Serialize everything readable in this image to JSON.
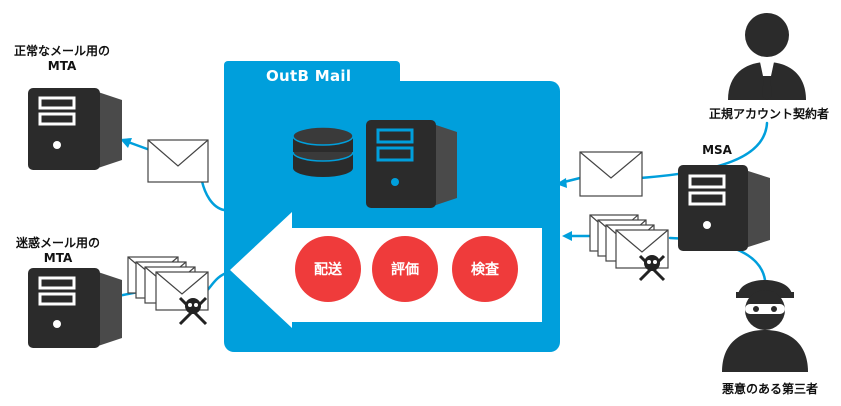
{
  "labels": {
    "normal_mta": [
      "正常なメール用の",
      "MTA"
    ],
    "spam_mta": [
      "迷惑メール用の",
      "MTA"
    ],
    "legit_user": "正規アカウント契約者",
    "msa": "MSA",
    "malicious": "悪意のある第三者"
  },
  "outb": {
    "title": "OutB Mail",
    "steps": [
      "配送",
      "評価",
      "検査"
    ]
  },
  "colors": {
    "primary": "#009fdc",
    "accent": "#ef3b3b",
    "dark": "#2b2b2b"
  },
  "icons": [
    "server-icon",
    "database-icon",
    "envelope-icon",
    "skull-crossbones-icon",
    "person-icon",
    "thief-icon"
  ]
}
